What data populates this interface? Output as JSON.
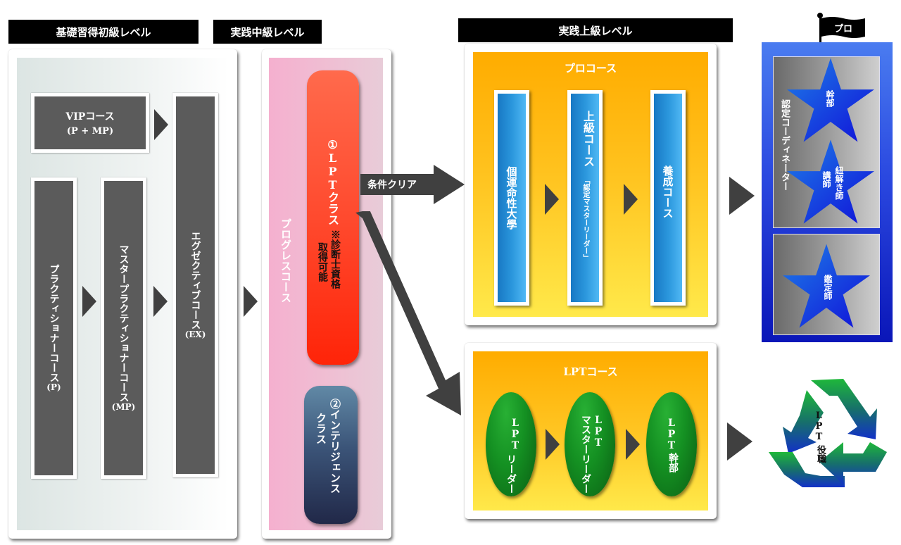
{
  "levels": {
    "basic": {
      "header": "基礎習得初級レベル",
      "vip_course": {
        "title": "VIPコース",
        "subtitle": "(P + MP)"
      },
      "practitioner_course": {
        "title": "プラクティショナーコース",
        "code": "(P)"
      },
      "master_practitioner_course": {
        "title": "マスタープラクティショナーコース",
        "code": "(MP)"
      },
      "executive_course": {
        "title": "エグゼクティブコース",
        "code": "(EX)"
      }
    },
    "intermediate": {
      "header": "実践中級レベル",
      "progress_course": "プログレスコース",
      "lpt_class": {
        "title": "①LPTクラス",
        "note_line1": "※診断士資格",
        "note_line2": "取得可能"
      },
      "intelligence_class": {
        "title_line1": "②インテリジェンス",
        "title_line2": "クラス"
      },
      "condition_arrow": "条件クリア"
    },
    "advanced": {
      "header": "実践上級レベル",
      "pro_course": {
        "title": "プロコース",
        "steps": [
          {
            "label": "個運命性大學"
          },
          {
            "label": "上級コース",
            "sublabel": "「認定マスターリーダー」"
          },
          {
            "label": "養成コース"
          }
        ]
      },
      "lpt_course": {
        "title": "LPTコース",
        "steps": [
          {
            "line1": "LPT",
            "line2": "リーダー"
          },
          {
            "line1": "LPT",
            "line2": "マスターリーダー"
          },
          {
            "line1": "LPT",
            "line2": "幹部"
          }
        ]
      }
    },
    "pro": {
      "flag": "プロ",
      "certified_coordinator": "認定コーディネーター",
      "stars": [
        {
          "label": "幹部"
        },
        {
          "label_line1": "紐解き師",
          "label_line2": "講師"
        },
        {
          "label": "鑑定師"
        }
      ]
    },
    "lpt_roles": {
      "line1": "LPT",
      "line2": "役職"
    }
  },
  "colors": {
    "header_bg": "#000000",
    "gray_card": "#5b5b5b",
    "lpt_red": "#ff3a1f",
    "intelligence_navy": "#253052",
    "orange_top": "#ffae00",
    "yellow_bottom": "#ffe94a",
    "pro_blue": "#1a3de0",
    "arrow": "#404040"
  }
}
